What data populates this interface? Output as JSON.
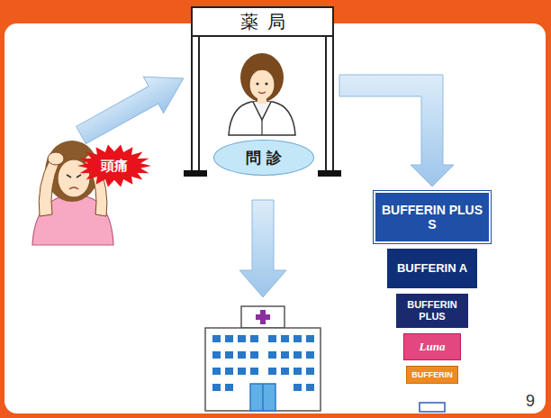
{
  "diagram": {
    "nodes": [
      {
        "text": [
          "薬局"
        ]
      },
      {
        "text": [
          "問診"
        ],
        "in": 0
      },
      {
        "text": [
          "頭痛"
        ]
      },
      {
        "text": [
          "BUFFERIN PLUS S"
        ]
      },
      {
        "text": [
          "BUFFERIN A"
        ]
      },
      {
        "text": [
          "BUFFERIN PLUS"
        ]
      },
      {
        "text": [
          "Luna"
        ]
      },
      {
        "text": [
          "BUFFERIN"
        ]
      }
    ],
    "edges": [
      {
        "from": 0,
        "to": 3,
        "arrow": "to"
      }
    ],
    "labels": [
      "9"
    ]
  }
}
